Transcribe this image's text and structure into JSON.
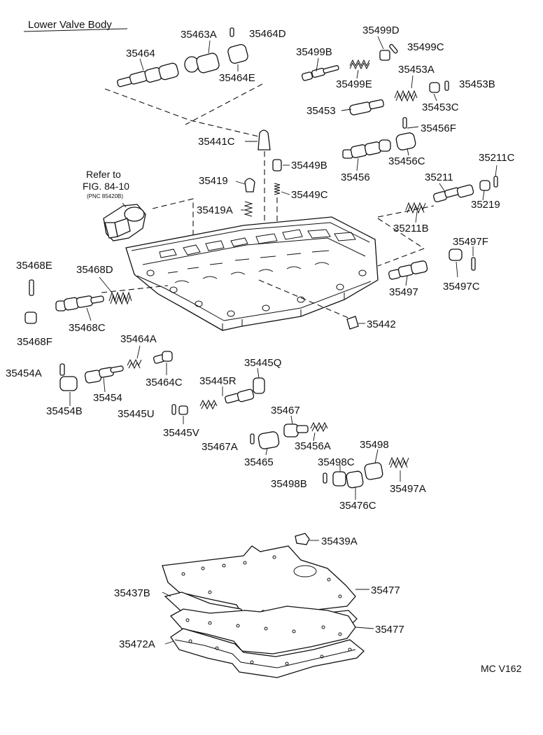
{
  "header": {
    "title": "Lower Valve Body"
  },
  "note": {
    "line1": "Refer to",
    "line2": "FIG. 84-10",
    "line3": "(PNC 85420B)"
  },
  "footer": {
    "code": "MC V162"
  },
  "labels": [
    "35463A",
    "35464D",
    "35464",
    "35464E",
    "35499D",
    "35499B",
    "35499C",
    "35499E",
    "35453A",
    "35453B",
    "35453",
    "35453C",
    "35456F",
    "35441C",
    "35449B",
    "35456",
    "35456C",
    "35211C",
    "35211",
    "35419",
    "35449C",
    "35219",
    "35419A",
    "35211B",
    "35497F",
    "35468E",
    "35468D",
    "35497",
    "35497C",
    "35442",
    "35468C",
    "35468F",
    "35464A",
    "35445Q",
    "35454A",
    "35464C",
    "35445R",
    "35454",
    "35454B",
    "35445U",
    "35467",
    "35445V",
    "35467A",
    "35456A",
    "35498",
    "35465",
    "35498C",
    "35498B",
    "35497A",
    "35476C",
    "35439A",
    "35477",
    "35437B",
    "35477",
    "35472A"
  ]
}
